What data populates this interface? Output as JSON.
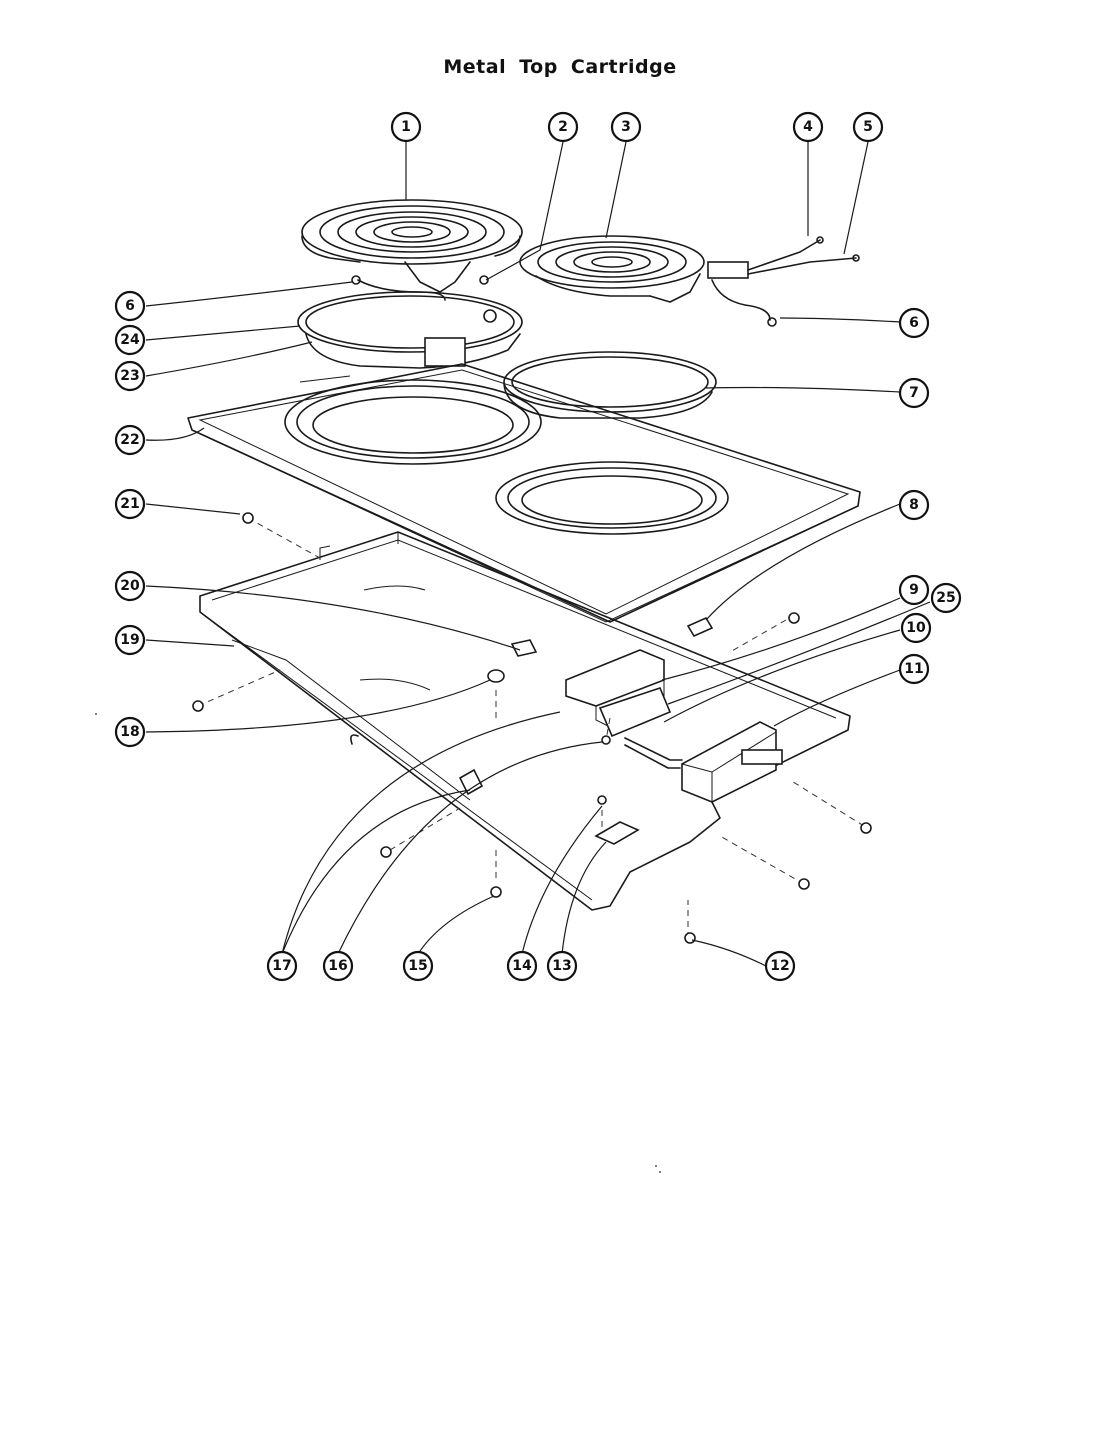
{
  "title": "Metal Top Cartridge",
  "callouts": [
    {
      "label": "1"
    },
    {
      "label": "2"
    },
    {
      "label": "3"
    },
    {
      "label": "4"
    },
    {
      "label": "5"
    },
    {
      "label": "6"
    },
    {
      "label": "6"
    },
    {
      "label": "24"
    },
    {
      "label": "23"
    },
    {
      "label": "7"
    },
    {
      "label": "22"
    },
    {
      "label": "21"
    },
    {
      "label": "8"
    },
    {
      "label": "20"
    },
    {
      "label": "9"
    },
    {
      "label": "25"
    },
    {
      "label": "10"
    },
    {
      "label": "19"
    },
    {
      "label": "11"
    },
    {
      "label": "18"
    },
    {
      "label": "17"
    },
    {
      "label": "16"
    },
    {
      "label": "15"
    },
    {
      "label": "14"
    },
    {
      "label": "13"
    },
    {
      "label": "12"
    }
  ]
}
